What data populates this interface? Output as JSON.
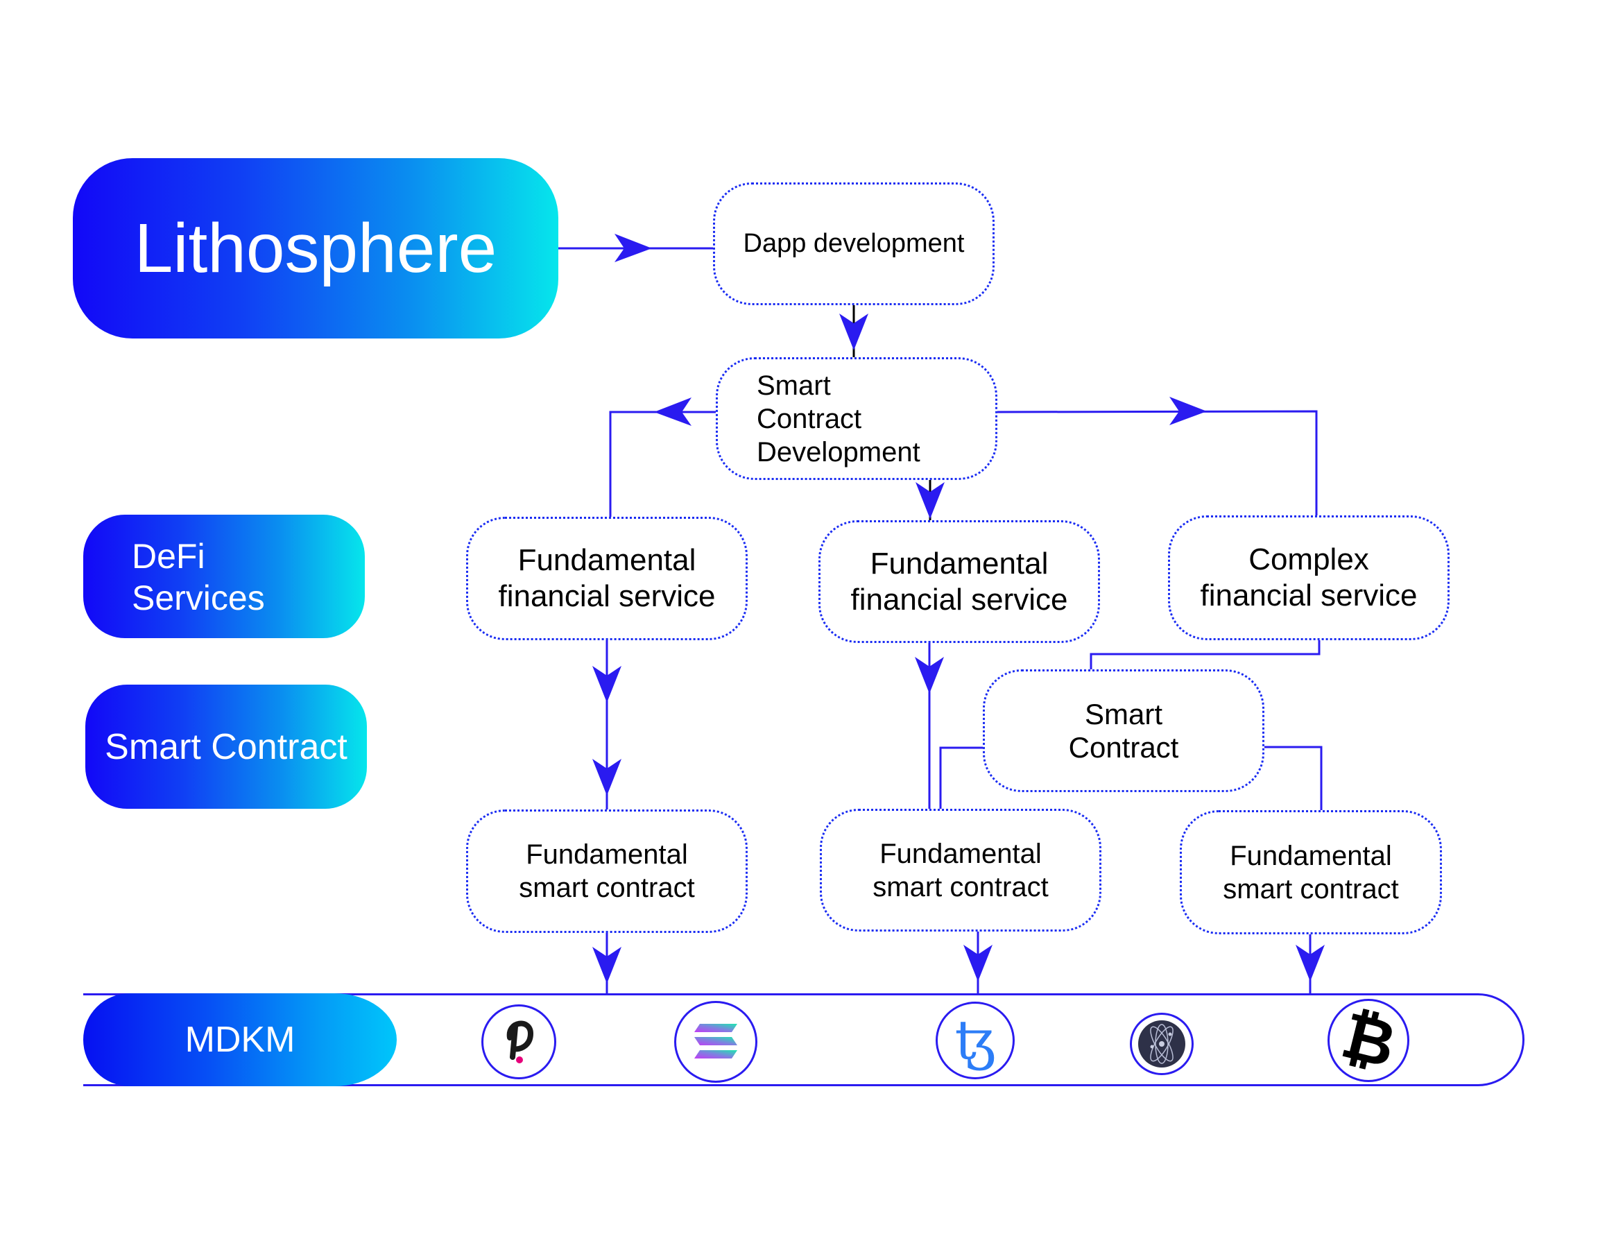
{
  "title": "Lithosphere",
  "layers": {
    "defi": [
      "DeFi",
      "Services"
    ],
    "smart_contract": "Smart Contract",
    "mdkm": "MDKM"
  },
  "nodes": {
    "dapp": "Dapp development",
    "scd": [
      "Smart",
      "Contract",
      "Development"
    ],
    "ffs1": [
      "Fundamental",
      "financial service"
    ],
    "ffs2": [
      "Fundamental",
      "financial service"
    ],
    "cfs": [
      "Complex",
      "financial service"
    ],
    "sc": [
      "Smart",
      "Contract"
    ],
    "fsc1": [
      "Fundamental",
      "smart contract"
    ],
    "fsc2": [
      "Fundamental",
      "smart contract"
    ],
    "fsc3": [
      "Fundamental",
      "smart contract"
    ]
  },
  "chains": [
    {
      "name": "polkadot-icon",
      "label": "Polkadot"
    },
    {
      "name": "solana-icon",
      "label": "Solana"
    },
    {
      "name": "tezos-icon",
      "label": "Tezos"
    },
    {
      "name": "cosmos-icon",
      "label": "Cosmos"
    },
    {
      "name": "bitcoin-icon",
      "label": "Bitcoin"
    }
  ],
  "colors": {
    "connector": "#2a1bf0",
    "node_border": "#1a2cf2",
    "gradient_start": "#1208f7",
    "gradient_end": "#06e6ec"
  }
}
